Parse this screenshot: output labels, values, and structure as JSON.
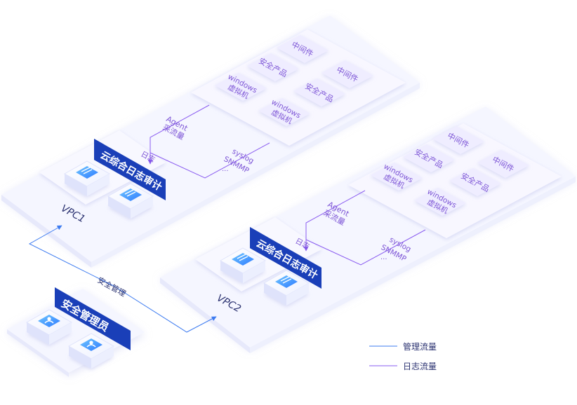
{
  "vpc1": {
    "label": "VPC1",
    "audit_label": "云综合日志审计",
    "sources": [
      "中间件",
      "安全产品",
      "中间件",
      "windows",
      "虚拟机",
      "安全产品",
      "windows",
      "虚拟机"
    ],
    "agent_line1": "Agent",
    "agent_line2": "采流量",
    "syslog_line1": "syslog",
    "syslog_line2": "SNMMP",
    "syslog_line3": "...",
    "log_label": "日志"
  },
  "vpc2": {
    "label": "VPC2",
    "audit_label": "云综合日志审计",
    "sources": [
      "中间件",
      "安全产品",
      "中间件",
      "windows",
      "虚拟机",
      "安全产品",
      "windows",
      "虚拟机"
    ],
    "agent_line1": "Agent",
    "agent_line2": "采流量",
    "syslog_line1": "syslog",
    "syslog_line2": "SNMMP",
    "syslog_line3": "...",
    "log_label": "日志"
  },
  "admin": {
    "label": "安全管理员",
    "flow_label": "安全管理"
  },
  "legend": {
    "mgmt": "管理流量",
    "log": "日志流量"
  },
  "colors": {
    "mgmt": "#3d7bf0",
    "log": "#8a5cf0",
    "banner": "#1a3fb8",
    "platform": "#f4f5ff",
    "tile": "#f1efff",
    "tile_text": "#7d55d6"
  }
}
